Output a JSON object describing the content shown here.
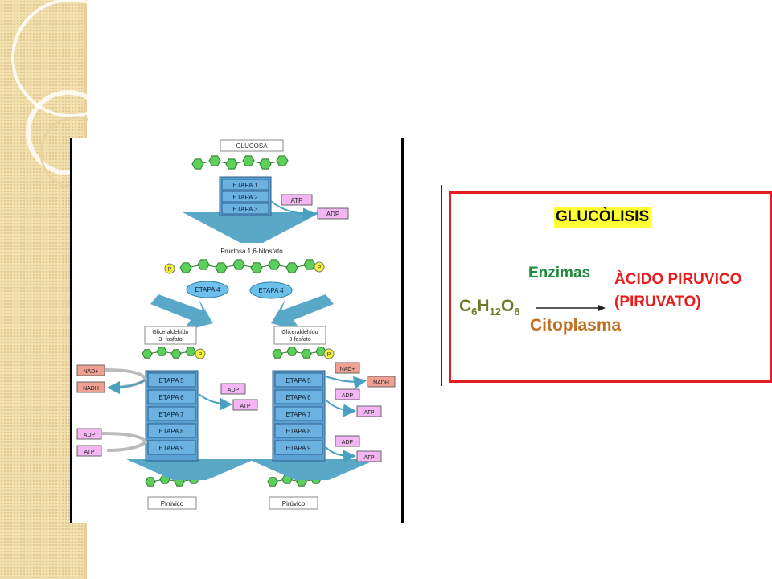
{
  "pathway": {
    "start": "GLUCOSA",
    "top_steps": [
      "ETAPA 1",
      "ETAPA 2",
      "ETAPA 3"
    ],
    "top_in": "ATP",
    "top_out": "ADP",
    "intermediate": "Fructosa 1,6-bifosfato",
    "split_step": "ETAPA 4",
    "phosphate": "P",
    "branch_product_left": [
      "Gliceraldehído",
      "3- fosfato"
    ],
    "branch_product_right": [
      "Gliceraldehído",
      "3-fosfato"
    ],
    "bottom_steps": [
      "ETAPA 5",
      "ETAPA 6",
      "ETAPA 7",
      "ETAPA 8",
      "ETAPA 9"
    ],
    "nad": "NAD+",
    "nadh": "NADH",
    "adp": "ADP",
    "atp": "ATP",
    "end": "Pirúvico"
  },
  "summary": {
    "title": "GLUCÒLISIS",
    "enzyme": "Enzimas",
    "product_line1": "ÀCIDO PIRUVICO",
    "product_line2": "(PIRUVATO)",
    "location": "Citoplasma"
  },
  "formula": {
    "c": "C",
    "c_n": "6",
    "h": "H",
    "h_n": "12",
    "o": "O",
    "o_n": "6"
  },
  "colors": {
    "hexagon": "#5ccf5c",
    "step_box": "#5fa0d0",
    "arrow": "#5aa8c8",
    "cofactor_box": "#f3b6f3",
    "nad_box": "#f0a090",
    "phosphate": "#f7f03a",
    "box_border": "#e41e1e",
    "title_highlight": "#ffff33"
  }
}
